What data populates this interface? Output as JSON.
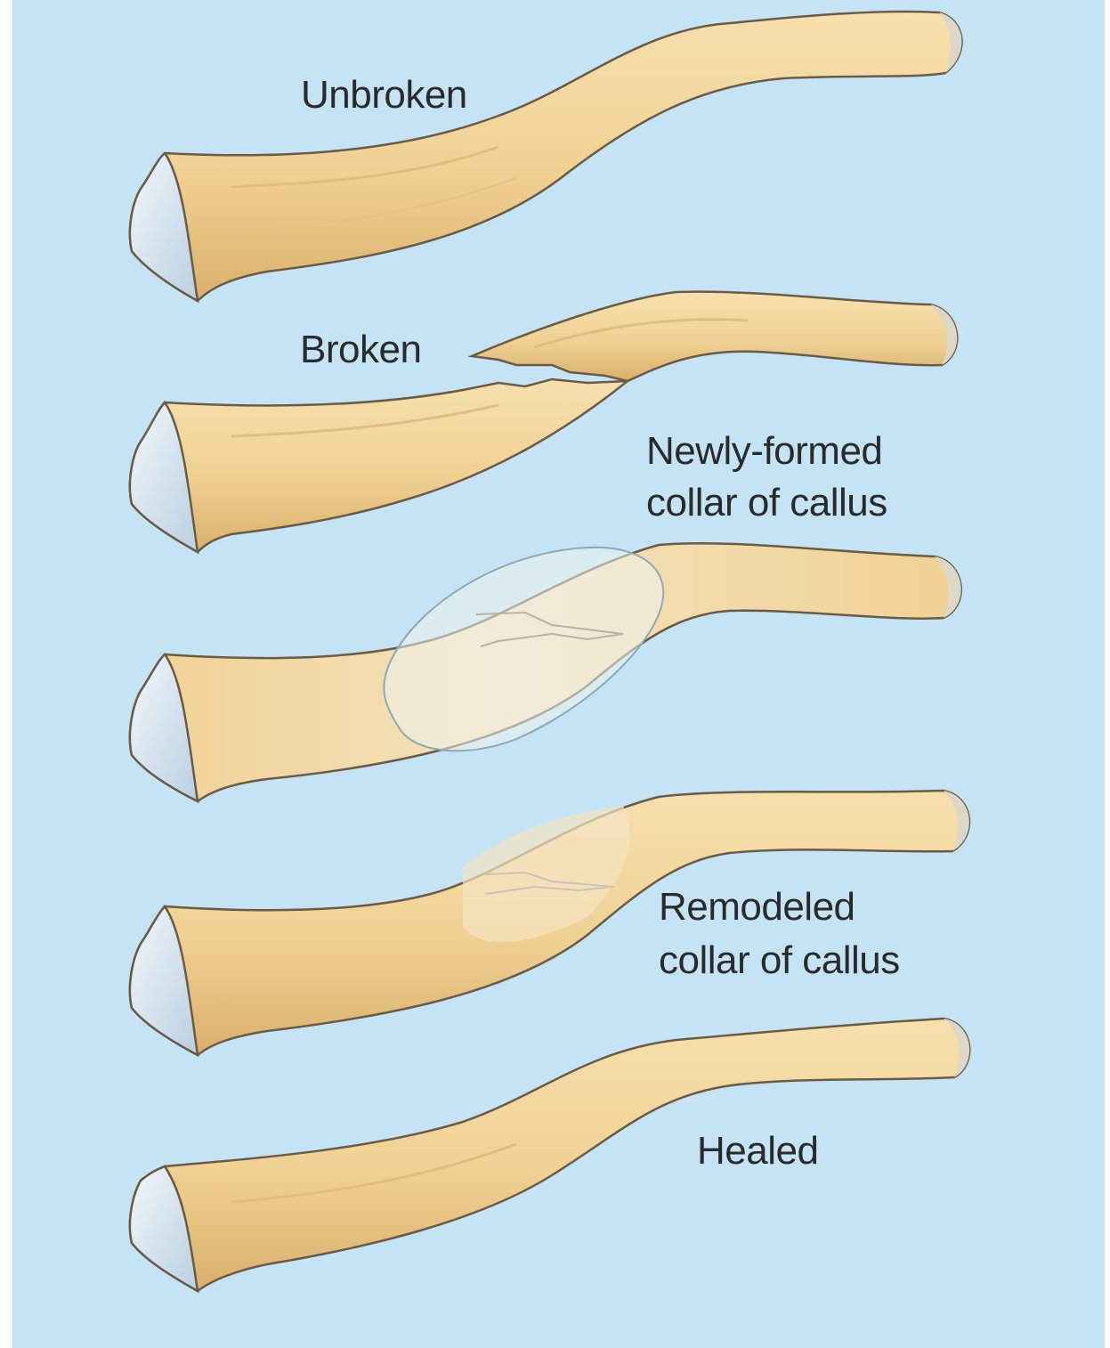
{
  "labels": {
    "unbroken": "Unbroken",
    "broken": "Broken",
    "newly_formed_line1": "Newly-formed",
    "newly_formed_line2": "collar of callus",
    "remodeled_line1": "Remodeled",
    "remodeled_line2": "collar of callus",
    "healed": "Healed"
  },
  "colors": {
    "background": "#c4e4f5",
    "bone": "#f1d49a",
    "bone_shadow": "#d9b06a",
    "bone_outline": "#6b5a45",
    "cartilage": "#d8e8f2",
    "callus": "#eef2ec"
  }
}
